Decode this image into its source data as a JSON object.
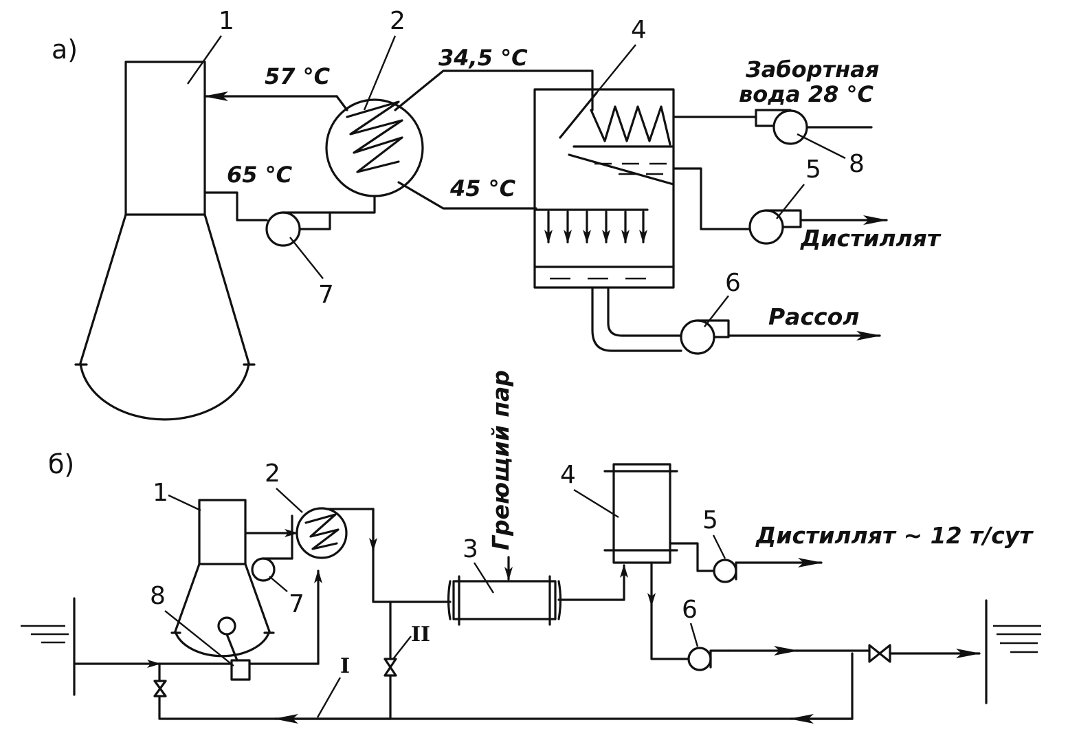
{
  "diagram_a": {
    "part_label": "а)",
    "temps": {
      "t57": "57 °C",
      "t34": "34,5 °C",
      "t65": "65 °C",
      "t45": "45 °C",
      "t28": "Забортная\nвода 28 °C"
    },
    "flows": {
      "distillate": "Дистиллят",
      "brine": "Рассол"
    },
    "numbers": [
      "1",
      "2",
      "4",
      "8",
      "5",
      "7",
      "6"
    ]
  },
  "diagram_b": {
    "part_label": "б)",
    "flows": {
      "steam": "Греющий пар",
      "distillate": "Дистиллят ~ 12 т/сут"
    },
    "numbers": [
      "1",
      "2",
      "3",
      "4",
      "5",
      "6",
      "7",
      "8"
    ],
    "roman": [
      "I",
      "II"
    ]
  }
}
